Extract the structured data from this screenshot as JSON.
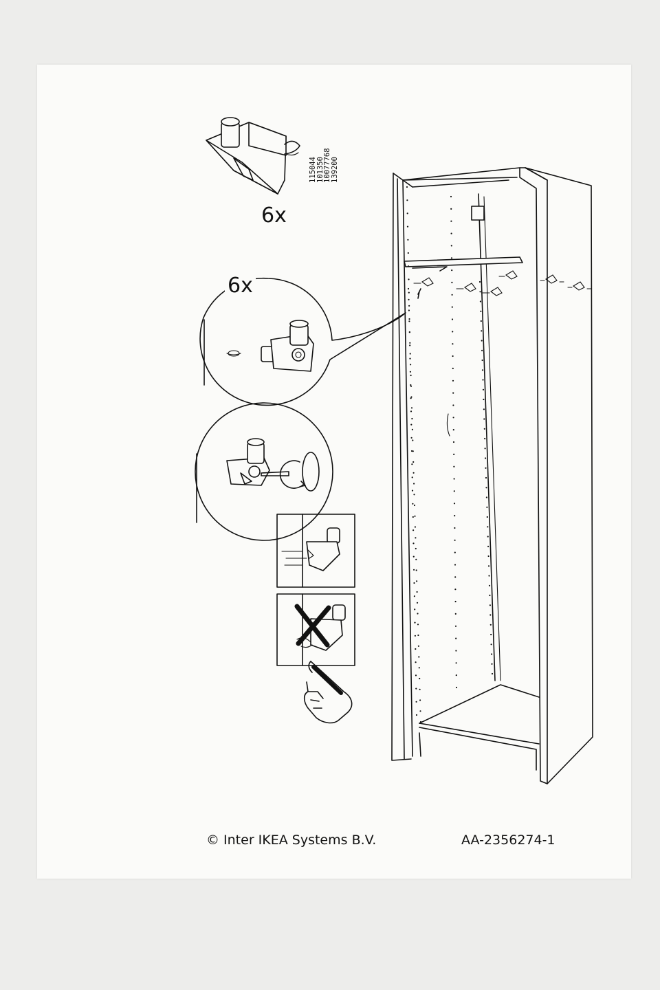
{
  "parts": {
    "quantity_top": "6x",
    "quantity_callout": "6x",
    "part_numbers": [
      "115044",
      "101350",
      "10077768",
      "139200"
    ]
  },
  "footer": {
    "copyright": "© Inter IKEA Systems B.V.",
    "document_id": "AA-2356274-1"
  },
  "colors": {
    "ink": "#111111",
    "paper": "#fbfbf9",
    "background": "#ededeb"
  },
  "icons": [
    "shelf-support-icon",
    "magnifier-callout-icon",
    "screwdriver-icon",
    "correct-mount-icon",
    "incorrect-mount-icon",
    "pointing-hand-icon",
    "wardrobe-frame-icon"
  ]
}
